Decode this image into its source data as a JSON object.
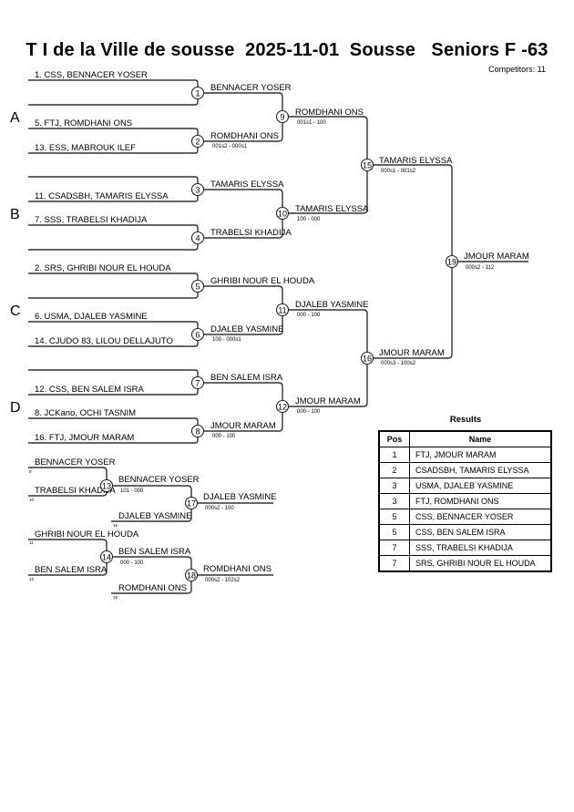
{
  "header": {
    "title": "T I de la Ville de sousse  2025-11-01  Sousse   Seniors F -63",
    "competitors": "Competitors: 11"
  },
  "pools": [
    "A",
    "B",
    "C",
    "D"
  ],
  "entries": [
    "1. CSS, BENNACER YOSER",
    "5. FTJ, ROMDHANI ONS",
    "13. ESS, MABROUK ILEF",
    "11. CSADSBH, TAMARIS ELYSSA",
    "7. SSS, TRABELSI KHADIJA",
    "2. SRS, GHRIBI NOUR EL HOUDA",
    "6. USMA, DJALEB YASMINE",
    "14. CJUDO 83, LILOU DELLAJUTO",
    "12. CSS, BEN SALEM ISRA",
    "8. JCKano, OCHI TASNIM",
    "16. FTJ, JMOUR MARAM"
  ],
  "matches": [
    {
      "num": "1",
      "winner": "BENNACER YOSER",
      "score": ""
    },
    {
      "num": "2",
      "winner": "ROMDHANI ONS",
      "score": "001s2 - 000s1"
    },
    {
      "num": "3",
      "winner": "TAMARIS ELYSSA",
      "score": ""
    },
    {
      "num": "4",
      "winner": "TRABELSI KHADIJA",
      "score": ""
    },
    {
      "num": "5",
      "winner": "GHRIBI NOUR EL HOUDA",
      "score": ""
    },
    {
      "num": "6",
      "winner": "DJALEB YASMINE",
      "score": "100 - 000s1"
    },
    {
      "num": "7",
      "winner": "BEN SALEM ISRA",
      "score": ""
    },
    {
      "num": "8",
      "winner": "JMOUR MARAM",
      "score": "000 - 100"
    },
    {
      "num": "9",
      "winner": "ROMDHANI ONS",
      "score": "001s1 - 100"
    },
    {
      "num": "10",
      "winner": "TAMARIS ELYSSA",
      "score": "100 - 000"
    },
    {
      "num": "11",
      "winner": "DJALEB YASMINE",
      "score": "000 - 100"
    },
    {
      "num": "12",
      "winner": "JMOUR MARAM",
      "score": "000 - 100"
    },
    {
      "num": "15",
      "winner": "TAMARIS ELYSSA",
      "score": "000s1 - 001s2"
    },
    {
      "num": "16",
      "winner": "JMOUR MARAM",
      "score": "000s3 - 100s2"
    },
    {
      "num": "19",
      "winner": "JMOUR MARAM",
      "score": "000s2 - 112"
    }
  ],
  "repechage": {
    "entries": [
      {
        "name": "BENNACER YOSER",
        "ref": "9"
      },
      {
        "name": "TRABELSI KHADIJA",
        "ref": "10"
      },
      {
        "name": "DJALEB YASMINE",
        "ref": "16"
      },
      {
        "name": "GHRIBI NOUR EL HOUDA",
        "ref": "11"
      },
      {
        "name": "BEN SALEM ISRA",
        "ref": "12"
      },
      {
        "name": "ROMDHANI ONS",
        "ref": "15"
      }
    ],
    "matches": [
      {
        "num": "13",
        "winner": "BENNACER YOSER",
        "score": "101 - 000"
      },
      {
        "num": "17",
        "winner": "DJALEB YASMINE",
        "score": "000s2 - 100"
      },
      {
        "num": "14",
        "winner": "BEN SALEM ISRA",
        "score": "000 - 100"
      },
      {
        "num": "18",
        "winner": "ROMDHANI ONS",
        "score": "000s2 - 102s2"
      }
    ]
  },
  "results": {
    "title": "Results",
    "headers": {
      "pos": "Pos",
      "name": "Name"
    },
    "rows": [
      {
        "pos": "1",
        "name": "FTJ, JMOUR MARAM"
      },
      {
        "pos": "2",
        "name": "CSADSBH, TAMARIS ELYSSA"
      },
      {
        "pos": "3",
        "name": "USMA, DJALEB YASMINE"
      },
      {
        "pos": "3",
        "name": "FTJ, ROMDHANI ONS"
      },
      {
        "pos": "5",
        "name": "CSS, BENNACER YOSER"
      },
      {
        "pos": "5",
        "name": "CSS, BEN SALEM ISRA"
      },
      {
        "pos": "7",
        "name": "SSS, TRABELSI KHADIJA"
      },
      {
        "pos": "7",
        "name": "SRS, GHRIBI NOUR EL HOUDA"
      }
    ]
  }
}
